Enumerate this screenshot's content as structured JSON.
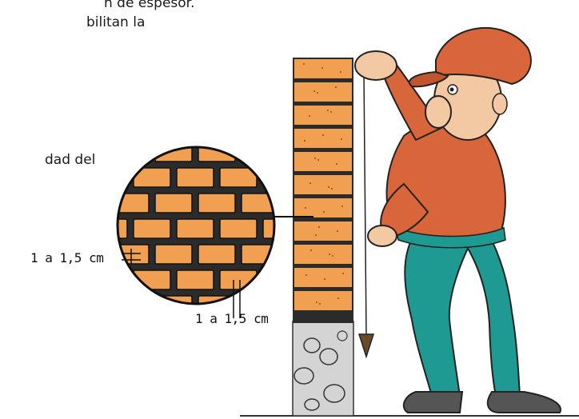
{
  "text": {
    "line1": "n de espesor.",
    "line2": "bilitan la",
    "line3": "dad del"
  },
  "labels": {
    "joint_width_side": "1 a 1,5 cm",
    "joint_width_bottom": "1 a 1,5 cm"
  },
  "colors": {
    "brick": "#f0a050",
    "mortar": "#2b2b2b",
    "shirt": "#d9653a",
    "pants": "#1f9a92",
    "skin": "#f2c9a2",
    "concrete": "#cfcfcf"
  }
}
